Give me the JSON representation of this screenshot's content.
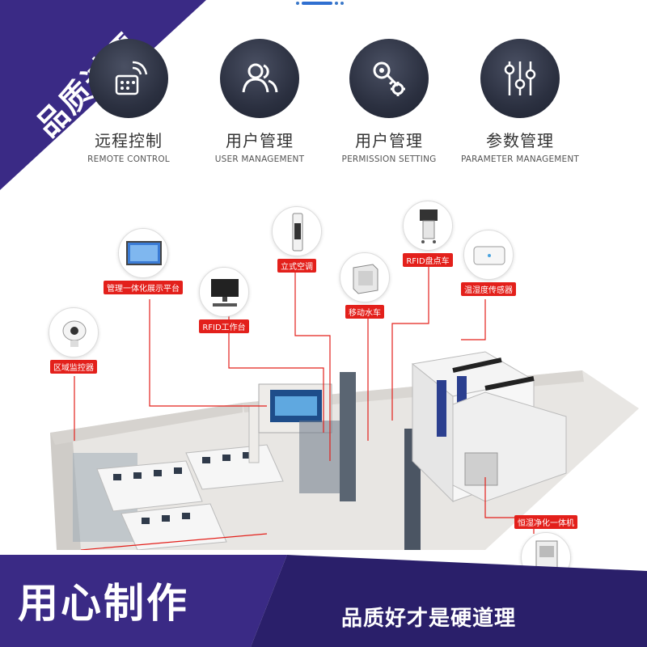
{
  "corner_badge": "品质过硬",
  "features": [
    {
      "cn": "远程控制",
      "en": "REMOTE CONTROL",
      "icon": "remote-control-icon"
    },
    {
      "cn": "用户管理",
      "en": "USER MANAGEMENT",
      "icon": "users-icon"
    },
    {
      "cn": "用户管理",
      "en": "PERMISSION SETTING",
      "icon": "key-gear-icon"
    },
    {
      "cn": "参数管理",
      "en": "PARAMETER MANAGEMENT",
      "icon": "sliders-icon"
    }
  ],
  "devices": {
    "display_platform": "管理一体化展示平台",
    "air_conditioner": "立式空调",
    "rfid_workstation": "RFID工作台",
    "mobile_cart": "移动水车",
    "rfid_inventory_cart": "RFID盘点车",
    "temp_humidity_sensor": "温湿度传感器",
    "area_controller": "区域监控器",
    "purifier": "恒湿净化一体机"
  },
  "banner": {
    "left": "用心制作",
    "right": "品质好才是硬道理"
  },
  "colors": {
    "accent_purple": "#3b2a8a",
    "accent_red": "#e3201b",
    "icon_bg": "#2b3040"
  }
}
